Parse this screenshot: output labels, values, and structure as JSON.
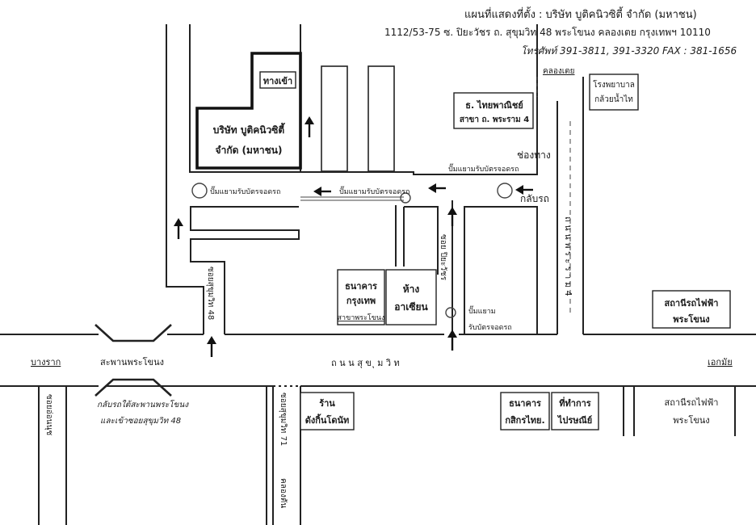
{
  "header": {
    "title": "แผนที่แสดงที่ตั้ง :  บริษัท บูติคนิวซิตี้ จำกัด (มหาชน)",
    "address": "1112/53-75  ซ. ปิยะวัชร  ถ. สุขุมวิท 48  พระโขนง  คลองเตย  กรุงเทพฯ 10110",
    "phone": "โทรศัพท์ 391-3811, 391-3320   FAX : 381-1656"
  },
  "company": {
    "line1": "บริษัท บูติคนิวซิตี้",
    "line2": "จำกัด (มหาชน)",
    "entrance": "ทางเข้า"
  },
  "places": {
    "thai_panich_name": "ธ. ไทยพาณิชย์",
    "thai_panich_branch": "สาขา ถ. พระราม 4",
    "school_line1": "โรงพยาบาล",
    "school_line2": "กล้วยน้ำไท",
    "bangkok_bank_line1": "ธนาคาร",
    "bangkok_bank_line2": "กรุงเทพ",
    "bangkok_bank_branch": "สาขาพระโขนง",
    "asian_mall_line1": "ห้าง",
    "asian_mall_line2": "อาเซียน",
    "kasikorn_line1": "ธนาคาร",
    "kasikorn_line2": "กสิกรไทย.",
    "post_line1": "ที่ทำการ",
    "post_line2": "ไปรษณีย์",
    "shop_line1": "ร้าน",
    "shop_line2": "ดังกิ้นโดนัท",
    "bts_north_line1": "สถานีรถไฟฟ้า",
    "bts_north_line2": "พระโขนง",
    "bts_south_line1": "สถานีรถไฟฟ้า",
    "bts_south_line2": "พระโขนง"
  },
  "labels": {
    "khlong_toei": "คลองเตย",
    "pump_1": "ปั๊มแยามรับบัตรจอดรถ",
    "pump_2": "ปั๊มแยามรับบัตรจอดรถ",
    "pump_3": "ปั๊มแยามรับบัตรจอดรถ",
    "pump_4_line1": "ปั๊มแยาม",
    "pump_4_line2": "รับบัตรจอดรถ",
    "u_turn_line1": "ช่องทาง",
    "u_turn_line2": "กลับรถ",
    "rama4": "ถ น น พ ร ะ ร า ม  4",
    "soi_piyawat": "ซอย ปิยะวัชร",
    "soi48": "ซอยสุขุมวิท 48",
    "sukhumvit_road": "ถ น น สุ ข ุ ม วิ ท",
    "bang_rak": "บางราก",
    "ekkamai": "เอกมัย",
    "bridge": "สะพานพระโขนง",
    "u_turn_note_line1": "กลับรถใต้สะพานพระโขนง",
    "u_turn_note_line2": "และเข้าซอยสุขุมวิท 48",
    "soi_onnut": "ซอยอ่อนนุช",
    "soi71": "ซอยสุขุมวิท 71",
    "khlong_tan": "คลองตัน"
  }
}
